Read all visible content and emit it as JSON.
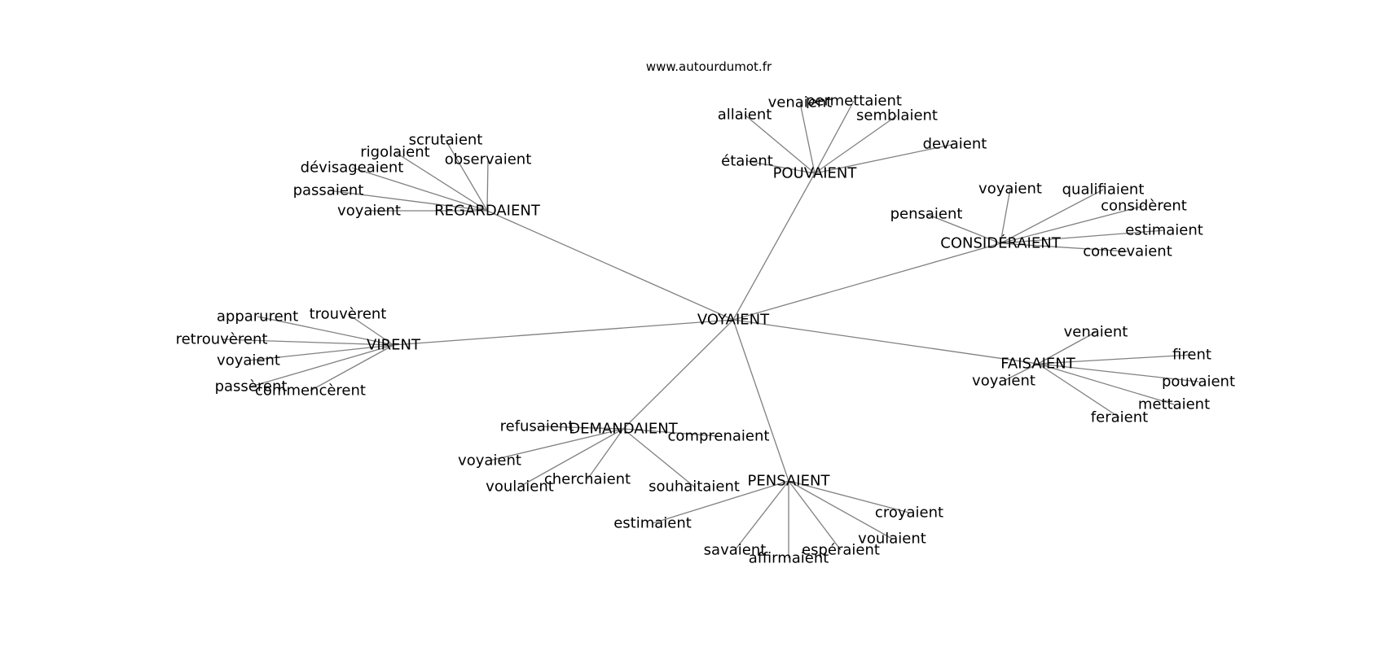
{
  "site": "www.autourdumot.fr",
  "center": "VOYAIENT",
  "clusters": [
    {
      "hub": "REGARDAIENT",
      "leaves": [
        "scrutaient",
        "rigolaient",
        "observaient",
        "dévisageaient",
        "passaient",
        "voyaient"
      ]
    },
    {
      "hub": "POUVAIENT",
      "leaves": [
        "allaient",
        "venaient",
        "permettaient",
        "semblaient",
        "devaient",
        "étaient"
      ]
    },
    {
      "hub": "CONSIDÉRAIENT",
      "leaves": [
        "voyaient",
        "qualifiaient",
        "considèrent",
        "pensaient",
        "estimaient",
        "concevaient"
      ]
    },
    {
      "hub": "VIRENT",
      "leaves": [
        "apparurent",
        "trouvèrent",
        "retrouvèrent",
        "voyaient",
        "passèrent",
        "commencèrent"
      ]
    },
    {
      "hub": "FAISAIENT",
      "leaves": [
        "venaient",
        "firent",
        "pouvaient",
        "voyaient",
        "mettaient",
        "feraient"
      ]
    },
    {
      "hub": "DEMANDAIENT",
      "leaves": [
        "refusaient",
        "comprenaient",
        "voyaient",
        "voulaient",
        "cherchaient",
        "souhaitaient"
      ]
    },
    {
      "hub": "PENSAIENT",
      "leaves": [
        "estimaient",
        "croyaient",
        "voulaient",
        "savaient",
        "affirmaient",
        "espéraient"
      ]
    }
  ]
}
